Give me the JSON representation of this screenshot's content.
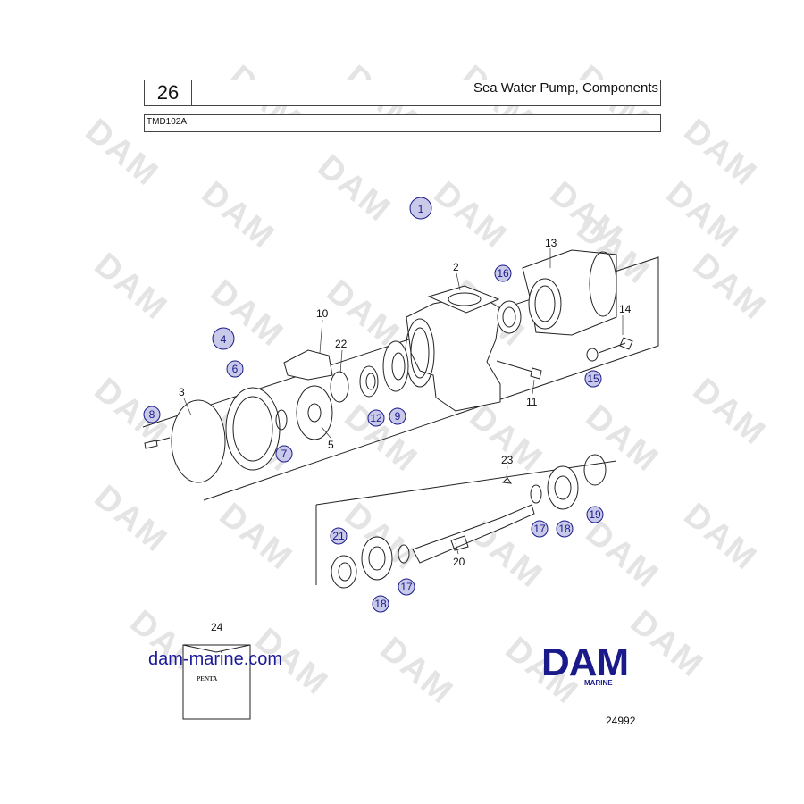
{
  "header": {
    "section_number": "26",
    "title": "Sea Water Pump, Components",
    "model": "TMD102A"
  },
  "watermark": {
    "text": "DAM",
    "color": "#e4e4e4"
  },
  "labels": {
    "plain": [
      "2",
      "3",
      "5",
      "10",
      "11",
      "13",
      "14",
      "20",
      "22",
      "23",
      "24"
    ],
    "circled": [
      "1",
      "4",
      "6",
      "7",
      "8",
      "9",
      "12",
      "15",
      "16",
      "17",
      "17",
      "18",
      "18",
      "19",
      "21"
    ]
  },
  "site": "dam-marine.com",
  "logo": {
    "name": "DAM",
    "subtitle": "MARINE",
    "color": "#1a1a8a"
  },
  "figure_number": "24992",
  "kit_label": "PENTA"
}
